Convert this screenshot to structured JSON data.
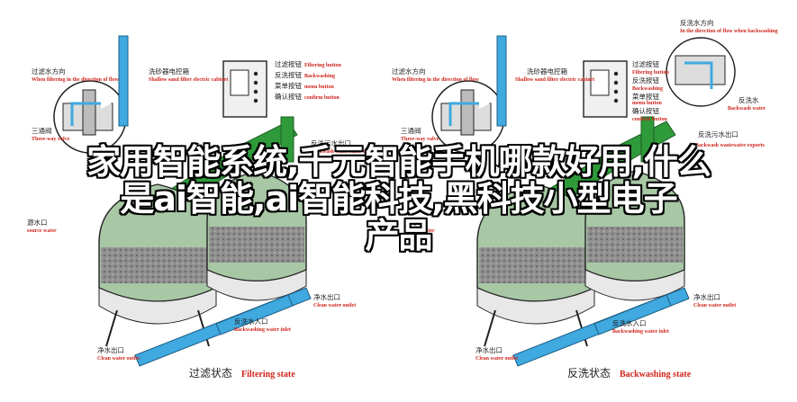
{
  "headline": {
    "line1": "家用智能系统,千元智能手机哪款好用,什么",
    "line2": "是ai智能,ai智能科技,黑科技小型电子",
    "line3": "产品"
  },
  "left_panel": {
    "caption_cn": "过滤状态",
    "caption_en": "Filtering state",
    "labels": [
      {
        "cn": "过滤水方向",
        "en": "When filtering in the direction of flow"
      },
      {
        "cn": "洗砂器电控箱",
        "en": "Shallow sand filter electric cabinet"
      },
      {
        "cn": "过滤按钮",
        "en": "Filtering button"
      },
      {
        "cn": "反洗按钮",
        "en": "Backwashing"
      },
      {
        "cn": "菜单按钮",
        "en": "menu button"
      },
      {
        "cn": "确认按钮",
        "en": "confirm button"
      },
      {
        "cn": "三通阀",
        "en": "Three-way valve"
      },
      {
        "cn": "反洗污水出口",
        "en": "Backwash wastewater exports"
      },
      {
        "cn": "源水口",
        "en": "source water"
      },
      {
        "cn": "净水出口",
        "en": "Clean water outlet"
      },
      {
        "cn": "反洗水入口",
        "en": "Backwashing water inlet"
      },
      {
        "cn": "净水出口",
        "en": "Clean water outlet"
      }
    ]
  },
  "right_panel": {
    "caption_cn": "反洗状态",
    "caption_en": "Backwashing state",
    "labels": [
      {
        "cn": "反洗水方向",
        "en": "In the direction of flow when backwashing"
      },
      {
        "cn": "过滤水方向",
        "en": "When filtering in the direction of flow"
      },
      {
        "cn": "洗砂器电控箱",
        "en": "Shallow sand filter electric cabinet"
      },
      {
        "cn": "过滤按钮",
        "en": "Filtering button"
      },
      {
        "cn": "反洗按钮",
        "en": "Backwashing"
      },
      {
        "cn": "菜单按钮",
        "en": "menu button"
      },
      {
        "cn": "确认按钮",
        "en": "confirm button"
      },
      {
        "cn": "三通阀",
        "en": "Three-way valve"
      },
      {
        "cn": "反洗水",
        "en": "Backwash water"
      },
      {
        "cn": "反洗污水出口",
        "en": "Backwash wastewater exports"
      },
      {
        "cn": "源水口",
        "en": "source water"
      },
      {
        "cn": "净水出口",
        "en": "Clean water outlet"
      },
      {
        "cn": "反洗水入口",
        "en": "Backwashing water inlet"
      },
      {
        "cn": "净水出口",
        "en": "Clean water outlet"
      }
    ]
  },
  "colors": {
    "pipe_blue": "#3fa9e0",
    "pipe_green": "#2f9a3a",
    "tank_top": "#a7c7a5",
    "media": "#9a9a9a",
    "accent_red": "#d0251c"
  },
  "icons": [
    "water-flow-arrow-icon",
    "valve-icon",
    "control-cabinet-icon"
  ]
}
